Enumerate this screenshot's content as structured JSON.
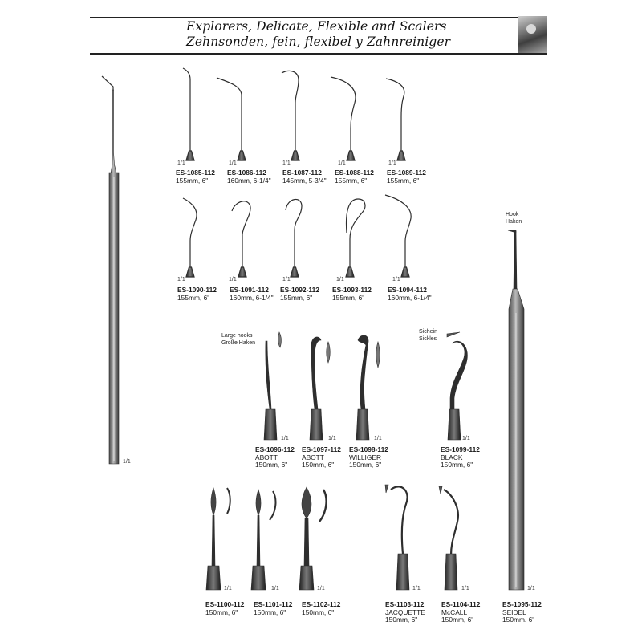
{
  "header": {
    "title_line1": "Explorers, Delicate, Flexible and Scalers",
    "title_line2": "Zehnsonden, fein, flexibel y Zahnreiniger"
  },
  "scale_label": "1/1",
  "notes": {
    "hook": [
      "Hook",
      "Haken"
    ],
    "large_hooks": [
      "Large hooks",
      "Große Haken"
    ],
    "sickles": [
      "Sichein",
      "Sickles"
    ]
  },
  "items": [
    {
      "code": "ES-1085-112",
      "size": "155mm, 6\""
    },
    {
      "code": "ES-1086-112",
      "size": "160mm, 6-1/4\""
    },
    {
      "code": "ES-1087-112",
      "size": "145mm, 5-3/4\""
    },
    {
      "code": "ES-1088-112",
      "size": "155mm, 6\""
    },
    {
      "code": "ES-1089-112",
      "size": "155mm, 6\""
    },
    {
      "code": "ES-1090-112",
      "size": "155mm, 6\""
    },
    {
      "code": "ES-1091-112",
      "size": "160mm, 6-1/4\""
    },
    {
      "code": "ES-1092-112",
      "size": "155mm, 6\""
    },
    {
      "code": "ES-1093-112",
      "size": "155mm, 6\""
    },
    {
      "code": "ES-1094-112",
      "size": "160mm, 6-1/4\""
    },
    {
      "code": "ES-1096-112",
      "name": "ABOTT",
      "size": "150mm, 6\""
    },
    {
      "code": "ES-1097-112",
      "name": "ABOTT",
      "size": "150mm, 6\""
    },
    {
      "code": "ES-1098-112",
      "name": "WILLIGER",
      "size": "150mm, 6\""
    },
    {
      "code": "ES-1099-112",
      "name": "BLACK",
      "size": "150mm, 6\""
    },
    {
      "code": "ES-1100-112",
      "size": "150mm, 6\""
    },
    {
      "code": "ES-1101-112",
      "size": "150mm, 6\""
    },
    {
      "code": "ES-1102-112",
      "size": "150mm, 6\""
    },
    {
      "code": "ES-1103-112",
      "name": "JACQUETTE",
      "size": "150mm, 6\""
    },
    {
      "code": "ES-1104-112",
      "name": "McCALL",
      "size": "150mm, 6\""
    },
    {
      "code": "ES-1095-112",
      "name": "SEIDEL",
      "size": "150mm. 6\""
    }
  ]
}
